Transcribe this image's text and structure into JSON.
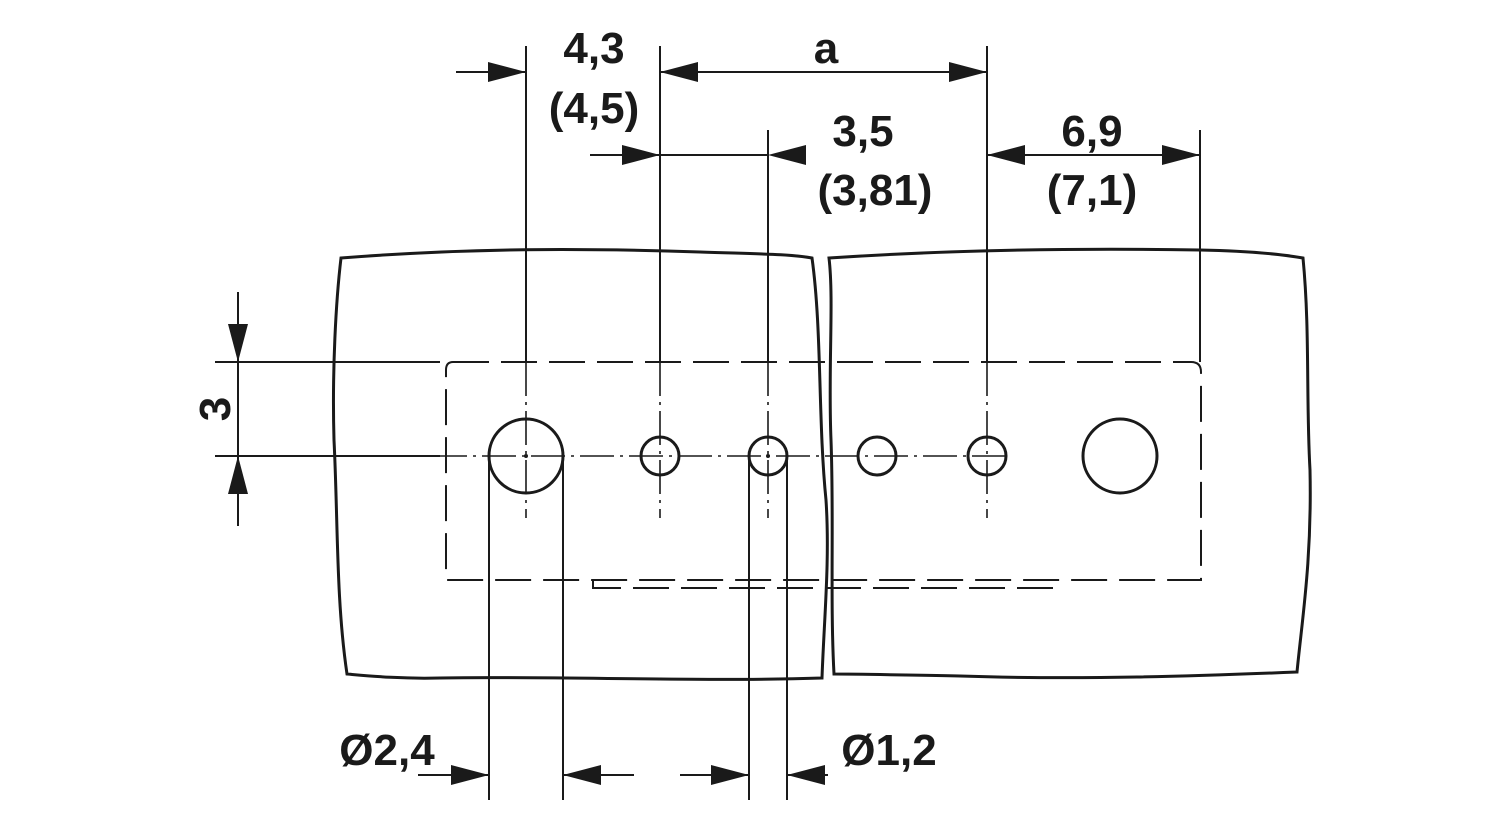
{
  "labels": {
    "dim_4_3": "4,3",
    "dim_4_5": "(4,5)",
    "dim_a": "a",
    "dim_3_5": "3,5",
    "dim_3_81": "(3,81)",
    "dim_6_9": "6,9",
    "dim_7_1": "(7,1)",
    "dim_3": "3",
    "dim_d2_4": "Ø2,4",
    "dim_d1_2": "Ø1,2"
  },
  "colors": {
    "line": "#1a1a1a",
    "background": "#ffffff"
  }
}
